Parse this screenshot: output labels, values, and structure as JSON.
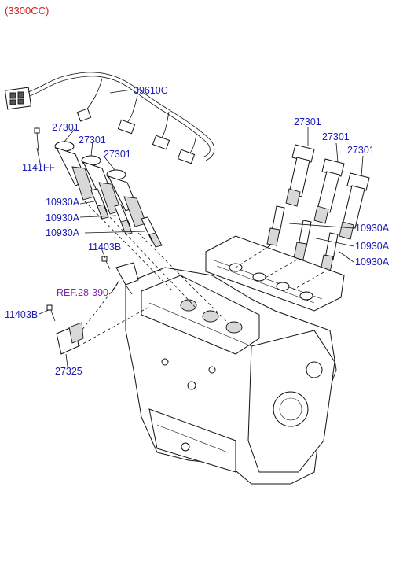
{
  "header": {
    "variant": "(3300CC)",
    "color": "#d21e1e"
  },
  "label_color": "#1c1cb4",
  "ref_color": "#7a2aa8",
  "callouts": {
    "c39610c": "39610C",
    "c27301_l1": "27301",
    "c27301_l2": "27301",
    "c27301_l3": "27301",
    "c1141ff": "1141FF",
    "c10930a_l1": "10930A",
    "c10930a_l2": "10930A",
    "c10930a_l3": "10930A",
    "c11403b_top": "11403B",
    "c_ref": "REF.28-390",
    "c11403b_left": "11403B",
    "c27325": "27325",
    "c27301_r1": "27301",
    "c27301_r2": "27301",
    "c27301_r3": "27301",
    "c10930a_r1": "10930A",
    "c10930a_r2": "10930A",
    "c10930a_r3": "10930A"
  }
}
